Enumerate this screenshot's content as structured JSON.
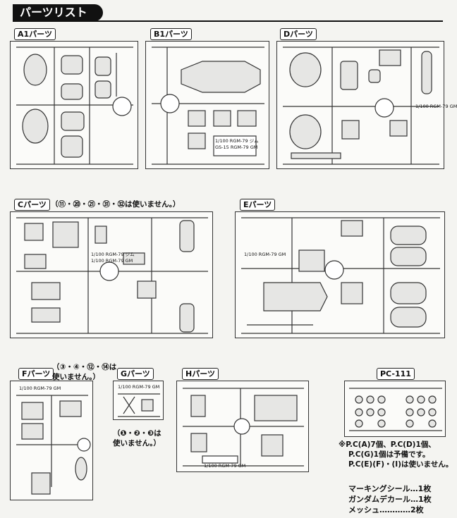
{
  "page_title": "パーツリスト",
  "sheets": {
    "a1": {
      "label": "A1パーツ"
    },
    "b1": {
      "label": "B1パーツ",
      "plate_text": [
        "1/100 RGM-79 ジム",
        "GS-15 RGM-79 GM"
      ]
    },
    "d": {
      "label": "Dパーツ",
      "plate_text": [
        "1/100 RGM-79 GM"
      ]
    },
    "c": {
      "label": "Cパーツ",
      "note": "（⑪・⑳・㉑・㉛・㉜は使いません。）",
      "plate_text": [
        "1/100 RGM-79 ジム",
        "1/100 RGM-79 GM"
      ]
    },
    "e": {
      "label": "Eパーツ",
      "plate_text": [
        "1/100 RGM-79 GM"
      ]
    },
    "f": {
      "label": "Fパーツ",
      "note_line1": "（③・④・⑫・⑭は",
      "note_line2": "使いません。）",
      "plate_text": [
        "1/100 RGM-79 GM"
      ]
    },
    "g": {
      "label": "Gパーツ",
      "note_line1": "（❶・❷・❸は",
      "note_line2": "使いません。）",
      "plate_text": [
        "1/100 RGM-79 GM"
      ]
    },
    "h": {
      "label": "Hパーツ",
      "plate_text": [
        "1/100 RGM-79 GM"
      ]
    },
    "pc": {
      "label": "PC-111",
      "note_lines": [
        "※P.C(A)7個、P.C(D)1個、",
        "P.C(G)1個は予備です。",
        "P.C(E)(F)・(I)は使いません。"
      ]
    }
  },
  "accessories": [
    {
      "name": "マーキングシール…",
      "qty": "1枚"
    },
    {
      "name": "ガンダムデカール…",
      "qty": "1枚"
    },
    {
      "name": "メッシュ…………",
      "qty": "2枚"
    }
  ]
}
